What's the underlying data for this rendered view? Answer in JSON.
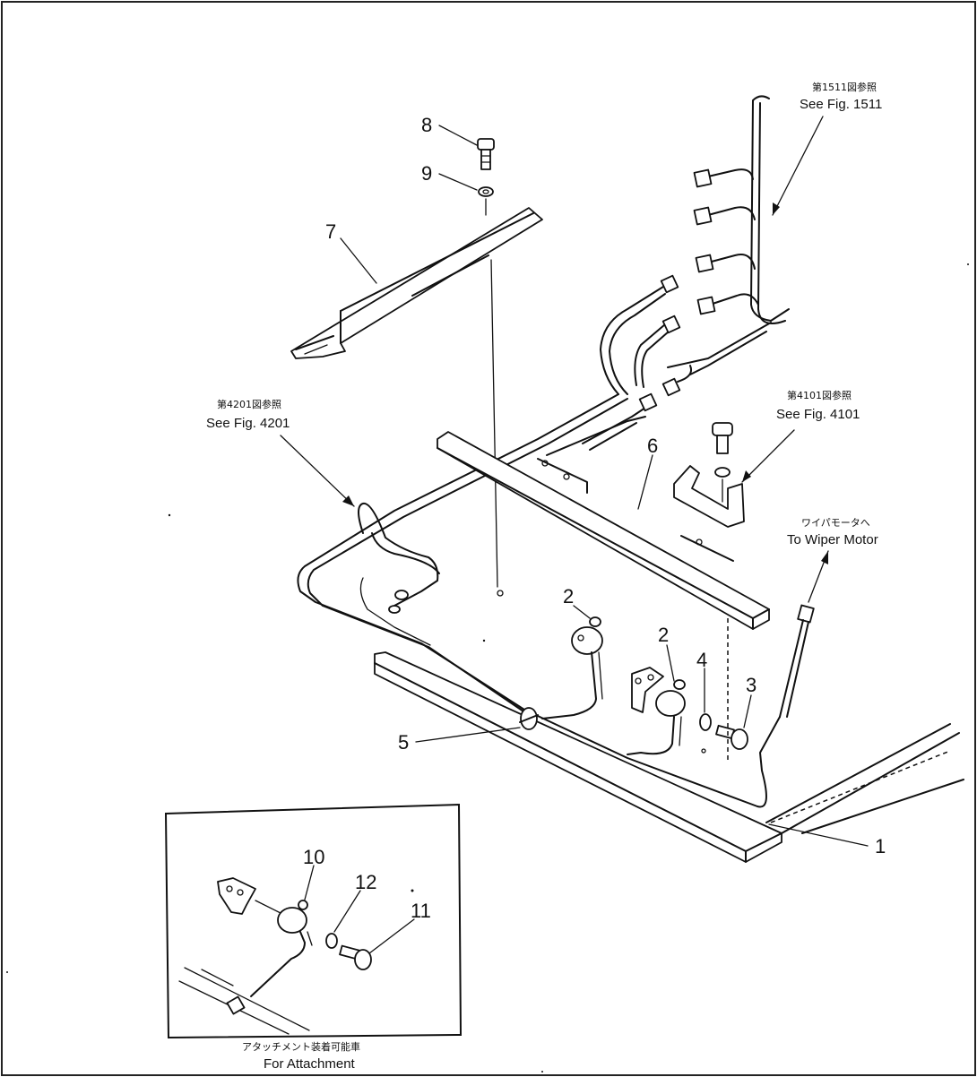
{
  "callouts": {
    "n1": "1",
    "n2a": "2",
    "n2b": "2",
    "n3": "3",
    "n4": "4",
    "n5": "5",
    "n6": "6",
    "n7": "7",
    "n8": "8",
    "n9": "9",
    "n10": "10",
    "n11": "11",
    "n12": "12"
  },
  "references": {
    "fig1511_jp": "第1511図参照",
    "fig1511_en": "See Fig. 1511",
    "fig4201_jp": "第4201図参照",
    "fig4201_en": "See Fig. 4201",
    "fig4101_jp": "第4101図参照",
    "fig4101_en": "See Fig. 4101",
    "wiper_jp": "ワイパモータへ",
    "wiper_en": "To Wiper Motor"
  },
  "inset": {
    "caption_jp": "アタッチメント装着可能車",
    "caption_en": "For Attachment"
  }
}
